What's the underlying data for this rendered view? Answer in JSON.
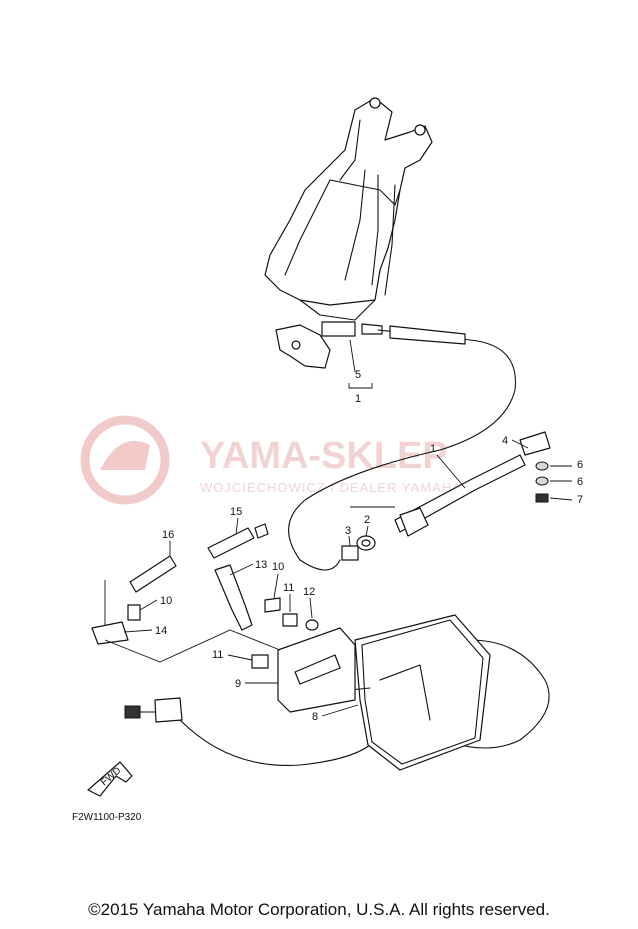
{
  "watermark": {
    "brand": "YAMA-SKLEP",
    "tagline": "WOJCIECHOWICZ I DEALER YAMAHA"
  },
  "diagram_code": "F2W1100-P320",
  "fwd_label": "FWD",
  "callouts": {
    "c1_top": "1",
    "c5": "5",
    "c1": "1",
    "c2": "2",
    "c3": "3",
    "c4": "4",
    "c6a": "6",
    "c6b": "6",
    "c7": "7",
    "c8": "8",
    "c9": "9",
    "c10a": "10",
    "c10b": "10",
    "c11a": "11",
    "c11b": "11",
    "c12": "12",
    "c13": "13",
    "c14": "14",
    "c15": "15",
    "c16": "16"
  },
  "copyright": "©2015 Yamaha Motor Corporation, U.S.A. All rights reserved."
}
